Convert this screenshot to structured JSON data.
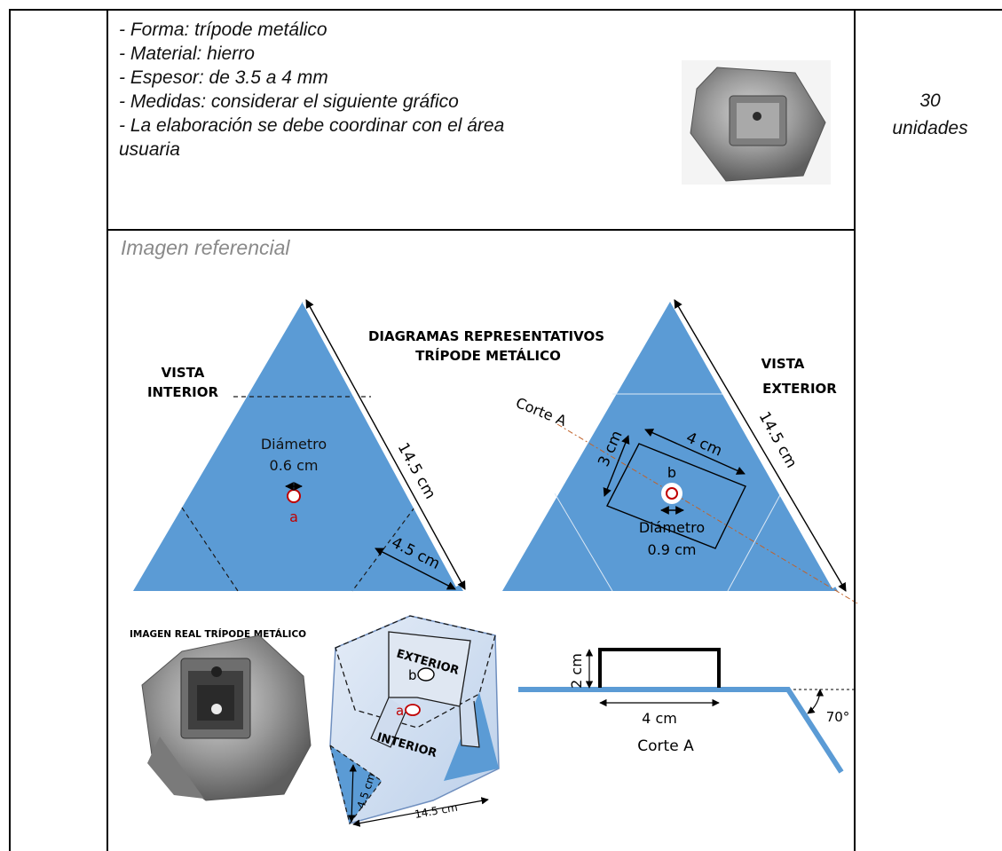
{
  "specs": [
    "- Forma: trípode metálico",
    "- Material: hierro",
    "- Espesor: de 3.5 a 4 mm",
    "- Medidas: considerar el siguiente gráfico",
    "- La elaboración se debe coordinar con el área",
    "usuaria"
  ],
  "quantity": {
    "number": "30",
    "unit": "unidades"
  },
  "reference_caption": "Imagen referencial",
  "diagram": {
    "title_line1": "DIAGRAMAS REPRESENTATIVOS",
    "title_line2": "TRÍPODE  METÁLICO",
    "interior": {
      "view_line1": "VISTA",
      "view_line2": "INTERIOR",
      "side": "14.5 cm",
      "diam_label": "Diámetro",
      "diam_value": "0.6 cm",
      "point": "a",
      "offset": "4.5 cm"
    },
    "exterior": {
      "view_line1": "VISTA",
      "view_line2": "EXTERIOR",
      "side": "14.5 cm",
      "cut_label": "Corte A",
      "width": "4 cm",
      "height": "3 cm",
      "point": "b",
      "diam_label": "Diámetro",
      "diam_value": "0.9 cm"
    },
    "real_title": "IMAGEN REAL TRÍPODE METÁLICO",
    "sketch": {
      "exterior": "EXTERIOR",
      "interior": "INTERIOR",
      "point_b": "b",
      "point_a": "a",
      "side_small": "4.5 cm",
      "side_large": "14.5 cm"
    },
    "section": {
      "height": "2 cm",
      "width": "4 cm",
      "angle": "70°",
      "title": "Corte A"
    }
  },
  "colors": {
    "triangle_fill": "#5b9bd5",
    "section_line": "#5b9bd5",
    "hole_ring": "#c00000"
  }
}
